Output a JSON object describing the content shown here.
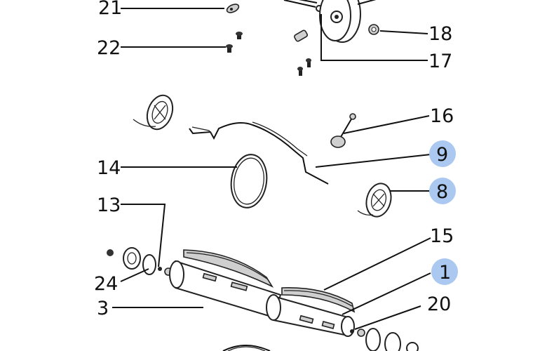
{
  "diagram": {
    "highlight_color": "#aac8f0",
    "line_color": "#111111",
    "callouts": [
      {
        "id": "c21",
        "label": "21",
        "highlighted": false
      },
      {
        "id": "c22",
        "label": "22",
        "highlighted": false
      },
      {
        "id": "c18",
        "label": "18",
        "highlighted": false
      },
      {
        "id": "c17",
        "label": "17",
        "highlighted": false
      },
      {
        "id": "c16",
        "label": "16",
        "highlighted": false
      },
      {
        "id": "c9",
        "label": "9",
        "highlighted": true
      },
      {
        "id": "c14",
        "label": "14",
        "highlighted": false
      },
      {
        "id": "c8",
        "label": "8",
        "highlighted": true
      },
      {
        "id": "c13",
        "label": "13",
        "highlighted": false
      },
      {
        "id": "c15",
        "label": "15",
        "highlighted": false
      },
      {
        "id": "c1",
        "label": "1",
        "highlighted": true
      },
      {
        "id": "c24",
        "label": "24",
        "highlighted": false
      },
      {
        "id": "c20",
        "label": "20",
        "highlighted": false
      },
      {
        "id": "c3",
        "label": "3",
        "highlighted": false
      }
    ]
  }
}
